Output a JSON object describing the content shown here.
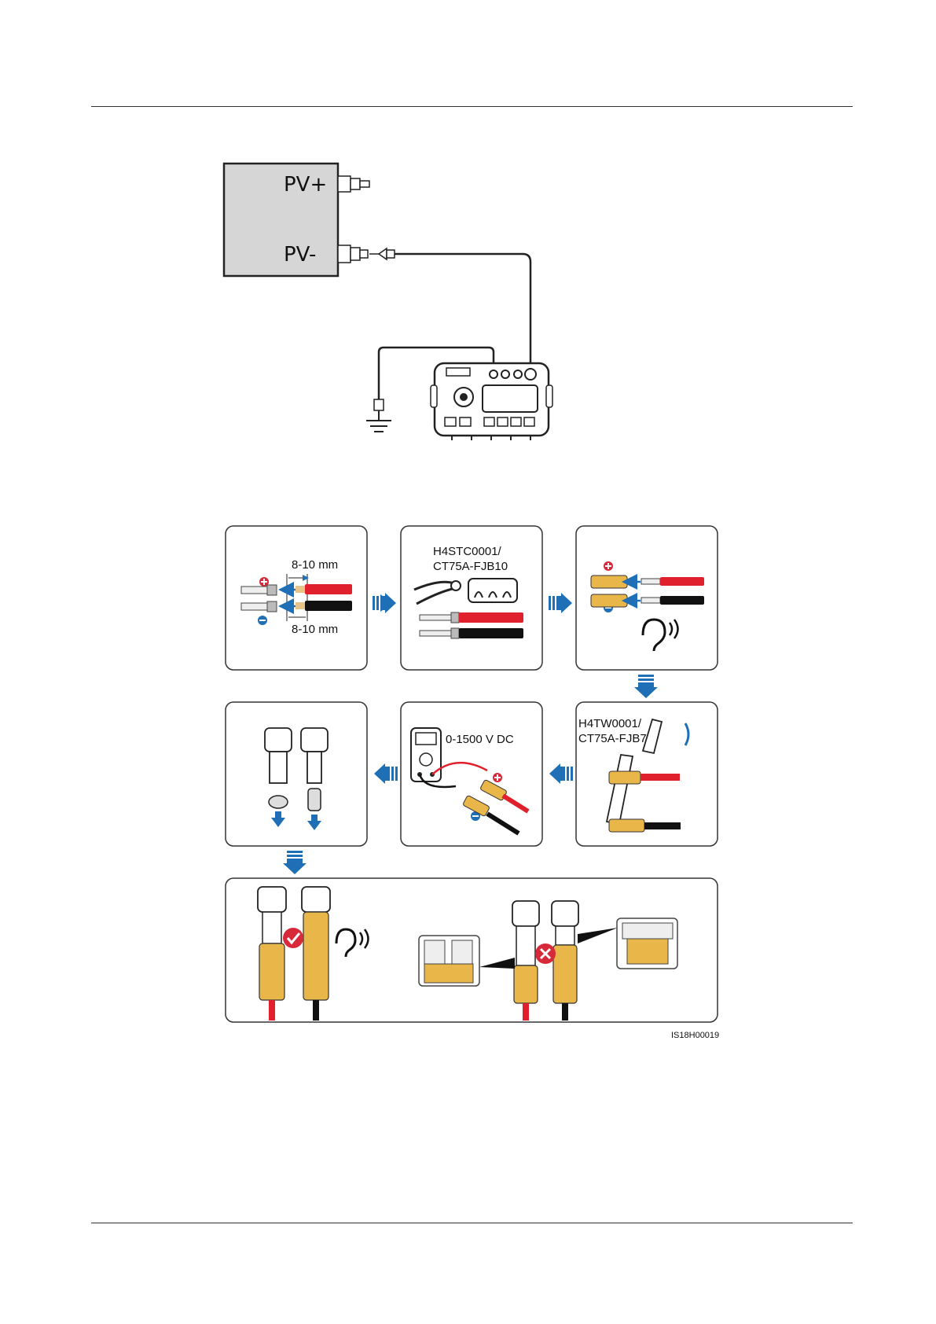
{
  "diagram_top": {
    "pv_plus": "PV+",
    "pv_minus": "PV-"
  },
  "steps": {
    "strip": {
      "length_top": "8-10 mm",
      "length_bottom": "8-10 mm"
    },
    "crimp": {
      "tool_line1": "H4STC0001/",
      "tool_line2": "CT75A-FJB10"
    },
    "wrench": {
      "tool_line1": "H4TW0001/",
      "tool_line2": "CT75A-FJB7"
    },
    "measure": {
      "voltage": "0-1500 V DC"
    }
  },
  "figure_id": "IS18H00019",
  "colors": {
    "accent_blue": "#1e6fb5",
    "wire_red": "#e0202c",
    "connector_yellow": "#e9b64a",
    "ok_red": "#d62a3a"
  }
}
